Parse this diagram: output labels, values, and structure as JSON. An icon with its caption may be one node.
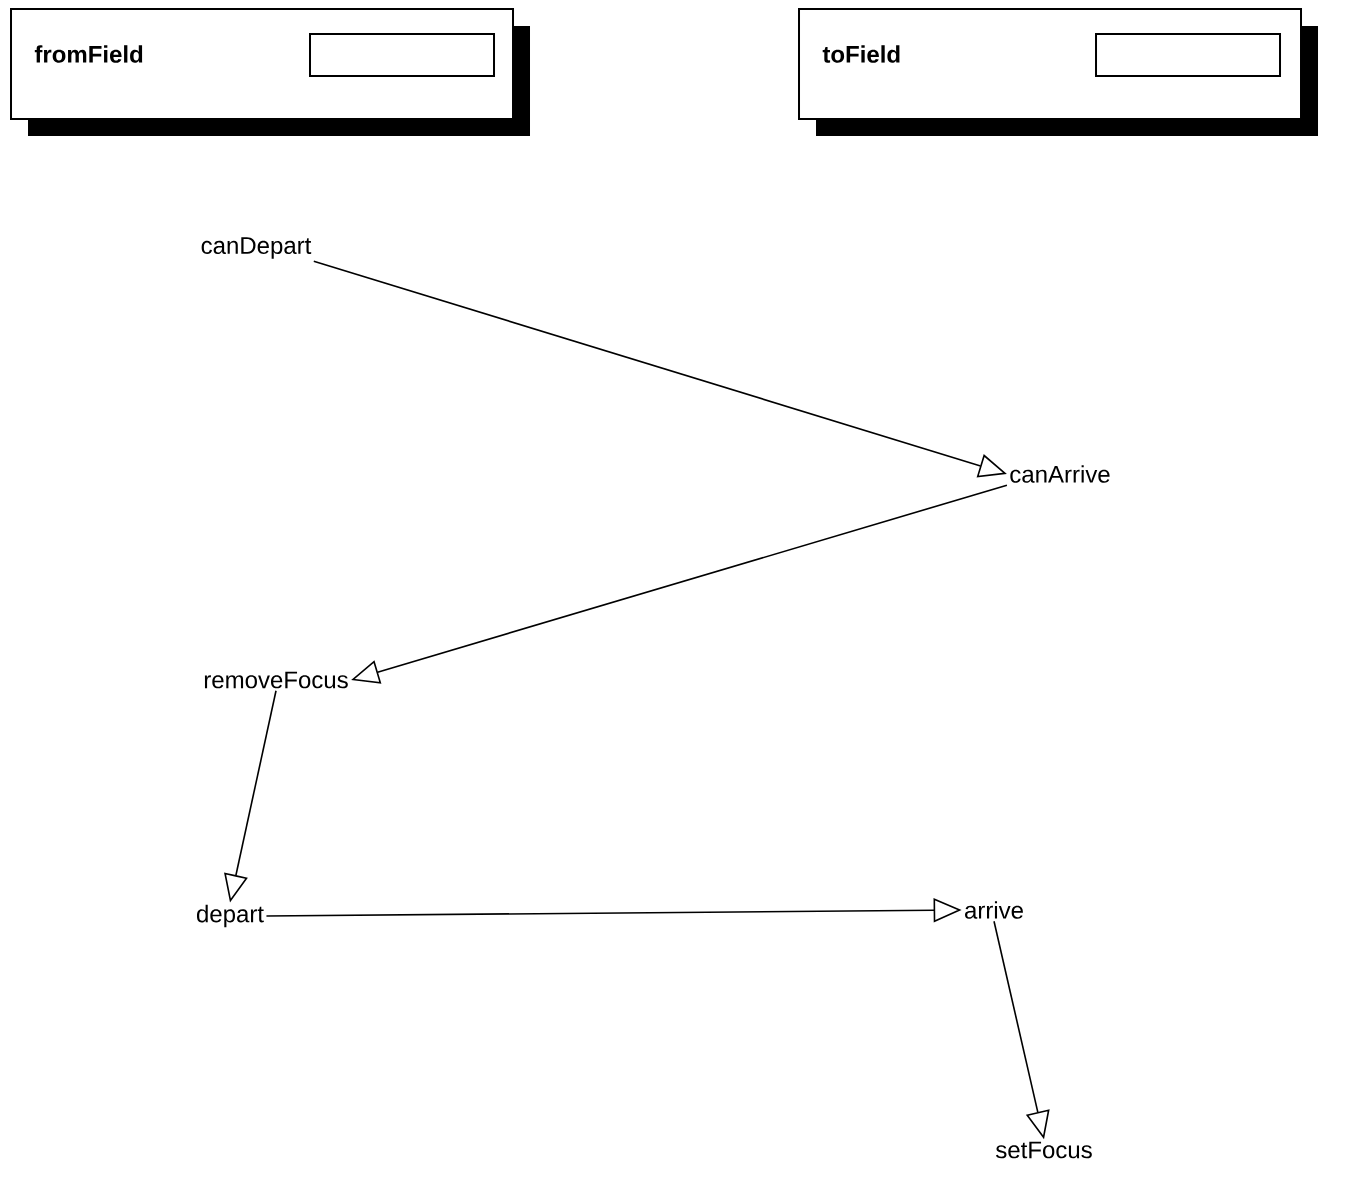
{
  "diagram": {
    "nodes": [
      {
        "text": [
          "fromField"
        ]
      },
      {
        "text": [
          "toField"
        ]
      },
      {
        "text": [
          "canDepart"
        ]
      },
      {
        "text": [
          "canArrive"
        ]
      },
      {
        "text": [
          "removeFocus"
        ]
      },
      {
        "text": [
          "depart"
        ]
      },
      {
        "text": [
          "arrive"
        ]
      },
      {
        "text": [
          "setFocus"
        ]
      }
    ],
    "edges": [
      {
        "from": 2,
        "to": 3,
        "arrow": "to"
      },
      {
        "from": 3,
        "to": 4,
        "arrow": "to"
      },
      {
        "from": 4,
        "to": 5,
        "arrow": "to"
      },
      {
        "from": 5,
        "to": 6,
        "arrow": "to"
      },
      {
        "from": 6,
        "to": 7,
        "arrow": "to"
      }
    ]
  }
}
